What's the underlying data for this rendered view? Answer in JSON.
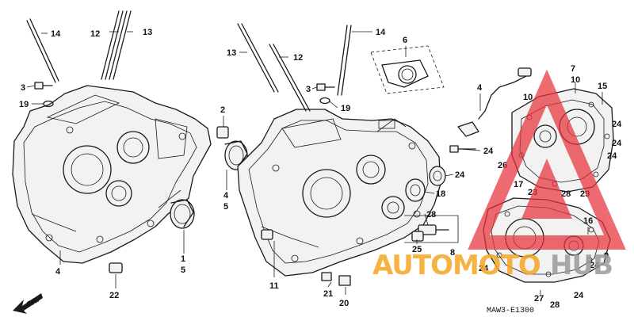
{
  "diagram_code": "MAW3-E1300",
  "direction_label": "FR.",
  "watermark": {
    "brand": "AUTOMOTOHUB",
    "orange": "#f5a623",
    "red": "#e8323c",
    "grey": "#9a9a9a"
  },
  "callouts": [
    "14",
    "12",
    "13",
    "3",
    "19",
    "2",
    "4",
    "5",
    "1",
    "5",
    "22",
    "13",
    "12",
    "14",
    "6",
    "3",
    "19",
    "4",
    "7",
    "10",
    "15",
    "10",
    "24",
    "24",
    "24",
    "26",
    "24",
    "24",
    "18",
    "17",
    "23",
    "28",
    "29",
    "28",
    "16",
    "25",
    "8",
    "9",
    "24",
    "24",
    "11",
    "4",
    "21",
    "20",
    "27",
    "28",
    "24"
  ]
}
